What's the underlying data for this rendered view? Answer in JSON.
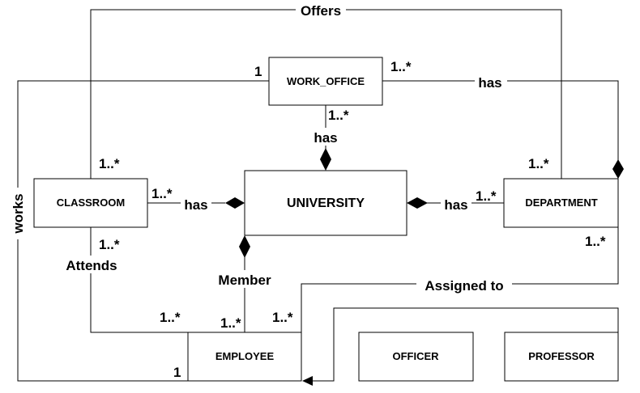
{
  "entities": {
    "work_office": "WORK_OFFICE",
    "university": "UNIVERSITY",
    "classroom": "CLASSROOM",
    "department": "DEPARTMENT",
    "employee": "EMPLOYEE",
    "officer": "OFFICER",
    "professor": "PROFESSOR"
  },
  "relations": {
    "offers": "Offers",
    "has_top_right": "has",
    "has_office": "has",
    "has_classroom": "has",
    "has_department": "has",
    "works": "works",
    "attends": "Attends",
    "member": "Member",
    "assigned_to": "Assigned to"
  },
  "multiplicities": {
    "office_left": "1",
    "office_right": "1..*",
    "office_bottom": "1..*",
    "classroom_top": "1..*",
    "classroom_right": "1..*",
    "classroom_bottom": "1..*",
    "department_top": "1..*",
    "department_left": "1..*",
    "department_bottom": "1..*",
    "employee_left_top": "1..*",
    "employee_member": "1..*",
    "employee_right_top": "1..*",
    "employee_bottom_left": "1"
  }
}
